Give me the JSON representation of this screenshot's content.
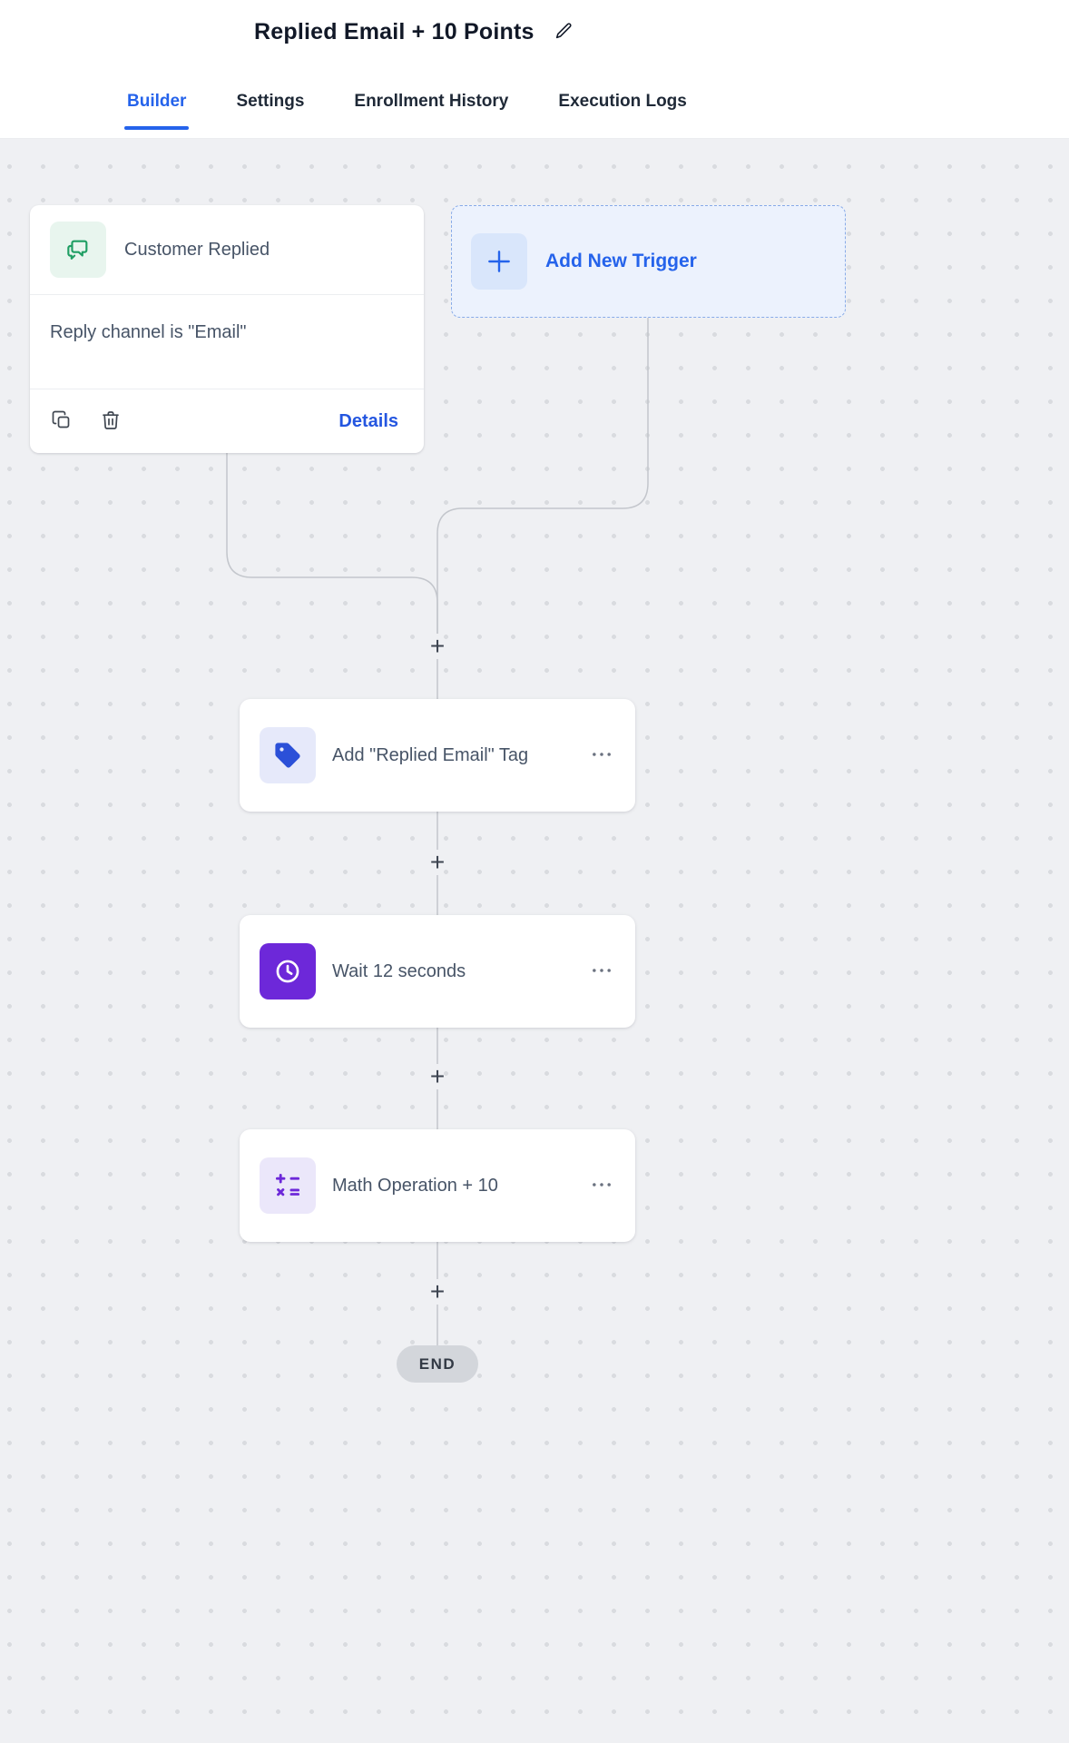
{
  "header": {
    "title": "Replied Email + 10 Points"
  },
  "tabs": [
    {
      "label": "Builder",
      "active": true
    },
    {
      "label": "Settings",
      "active": false
    },
    {
      "label": "Enrollment History",
      "active": false
    },
    {
      "label": "Execution Logs",
      "active": false
    }
  ],
  "trigger_card": {
    "icon": "chat-reply-icon",
    "title": "Customer Replied",
    "condition": "Reply channel is \"Email\"",
    "details_label": "Details"
  },
  "add_trigger": {
    "icon": "plus-icon",
    "label": "Add New Trigger"
  },
  "actions": [
    {
      "icon": "tag-icon",
      "label": "Add \"Replied Email\" Tag"
    },
    {
      "icon": "clock-icon",
      "label": "Wait 12 seconds"
    },
    {
      "icon": "math-icon",
      "label": "Math Operation + 10"
    }
  ],
  "canvas": {
    "add_step_label": "+",
    "end_label": "END"
  },
  "colors": {
    "accent_blue": "#2563eb",
    "trigger_green": "#1f9e63",
    "tag_blue": "#2b50d8",
    "wait_purple": "#6d28d9",
    "canvas_bg": "#eff0f3"
  }
}
